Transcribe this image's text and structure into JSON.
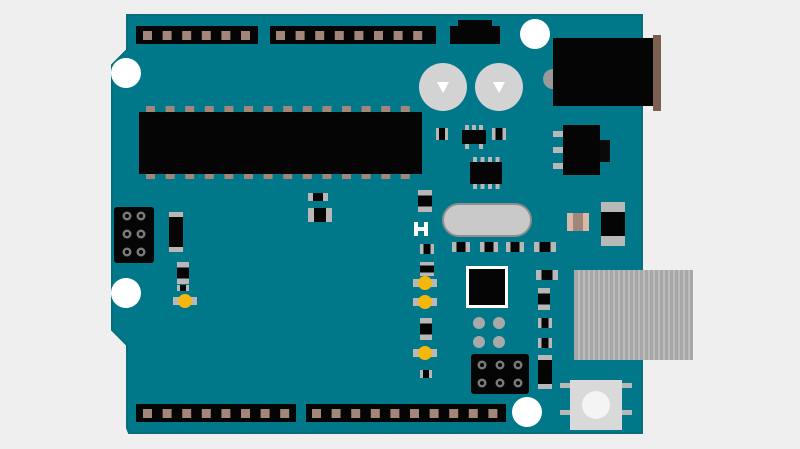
{
  "board": {
    "colors": {
      "pcb": "#00788a",
      "pcb_edge": "#046e7d",
      "background": "#efefef",
      "chip": "#050505",
      "pin": "#a2867a",
      "hole": "#ffffff",
      "led": "#f5b70d",
      "smd_end": "#b8b8b8",
      "usb_shell": "#a7a7a7",
      "capacitor": "#d3d3d3",
      "crystal": "#c9c9c9",
      "button_body": "#d9d9d9",
      "button_cap": "#f4f4f4"
    },
    "components": [
      "pcb-board",
      "mounting-hole",
      "digital-header-top",
      "power-header-bottom",
      "analog-header-bottom",
      "atmega-dip-chip",
      "dc-power-jack",
      "usb-b-connector",
      "voltage-regulator",
      "electrolytic-capacitor",
      "crystal-oscillator",
      "icsp-header-left",
      "icsp-header-bottom",
      "reset-button",
      "smd-chip",
      "qfn-chip",
      "status-led",
      "smd-resistor",
      "test-pad"
    ]
  }
}
